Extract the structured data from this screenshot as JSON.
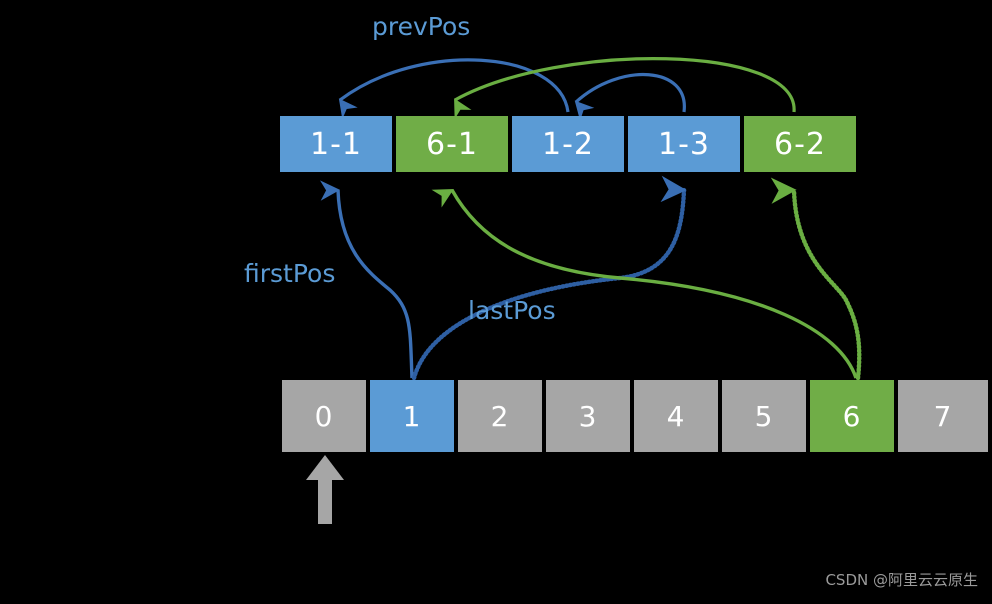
{
  "diagram": {
    "background_color": "#000000",
    "colors": {
      "blue": "#5B9BD5",
      "green": "#70AD47",
      "gray": "#A6A6A6",
      "white": "#FFFFFF",
      "dark_blue_line": "#2E5FA3",
      "watermark": "#9A9A9A"
    },
    "bucket_row": {
      "name": "hash-bucket-row",
      "cells": [
        {
          "label": "1-1",
          "color": "#5B9BD5"
        },
        {
          "label": "6-1",
          "color": "#70AD47"
        },
        {
          "label": "1-2",
          "color": "#5B9BD5"
        },
        {
          "label": "1-3",
          "color": "#5B9BD5"
        },
        {
          "label": "6-2",
          "color": "#70AD47"
        }
      ]
    },
    "array_row": {
      "name": "index-array-row",
      "cells": [
        {
          "label": "0",
          "color": "#A6A6A6"
        },
        {
          "label": "1",
          "color": "#5B9BD5"
        },
        {
          "label": "2",
          "color": "#A6A6A6"
        },
        {
          "label": "3",
          "color": "#A6A6A6"
        },
        {
          "label": "4",
          "color": "#A6A6A6"
        },
        {
          "label": "5",
          "color": "#A6A6A6"
        },
        {
          "label": "6",
          "color": "#70AD47"
        },
        {
          "label": "7",
          "color": "#A6A6A6"
        }
      ]
    },
    "labels": {
      "prev_pos": "prevPos",
      "first_pos": "firstPos",
      "last_pos": "lastPos"
    },
    "watermark": "CSDN @阿里云云原生"
  }
}
